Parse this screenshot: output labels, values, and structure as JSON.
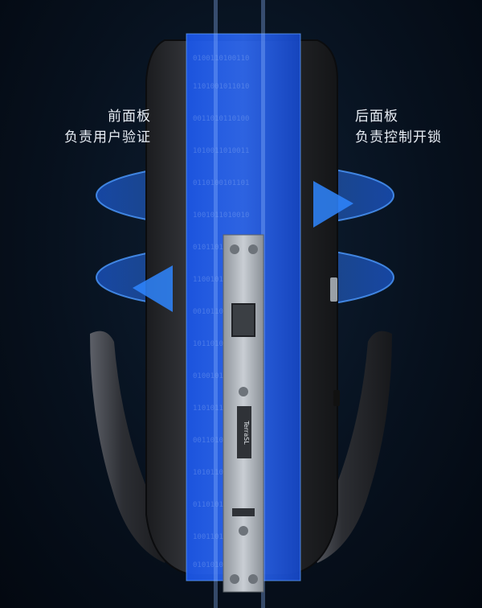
{
  "captions": {
    "front_title": "前面板",
    "front_desc": "负责用户验证",
    "back_title": "后面板",
    "back_desc": "负责控制开锁"
  },
  "plate_brand": "TerraSL",
  "colors": {
    "background": "#07111e",
    "panel_blue": "#1e6cff",
    "ring_blue": "#2f86ff",
    "lock_body": "#2b2d31"
  }
}
